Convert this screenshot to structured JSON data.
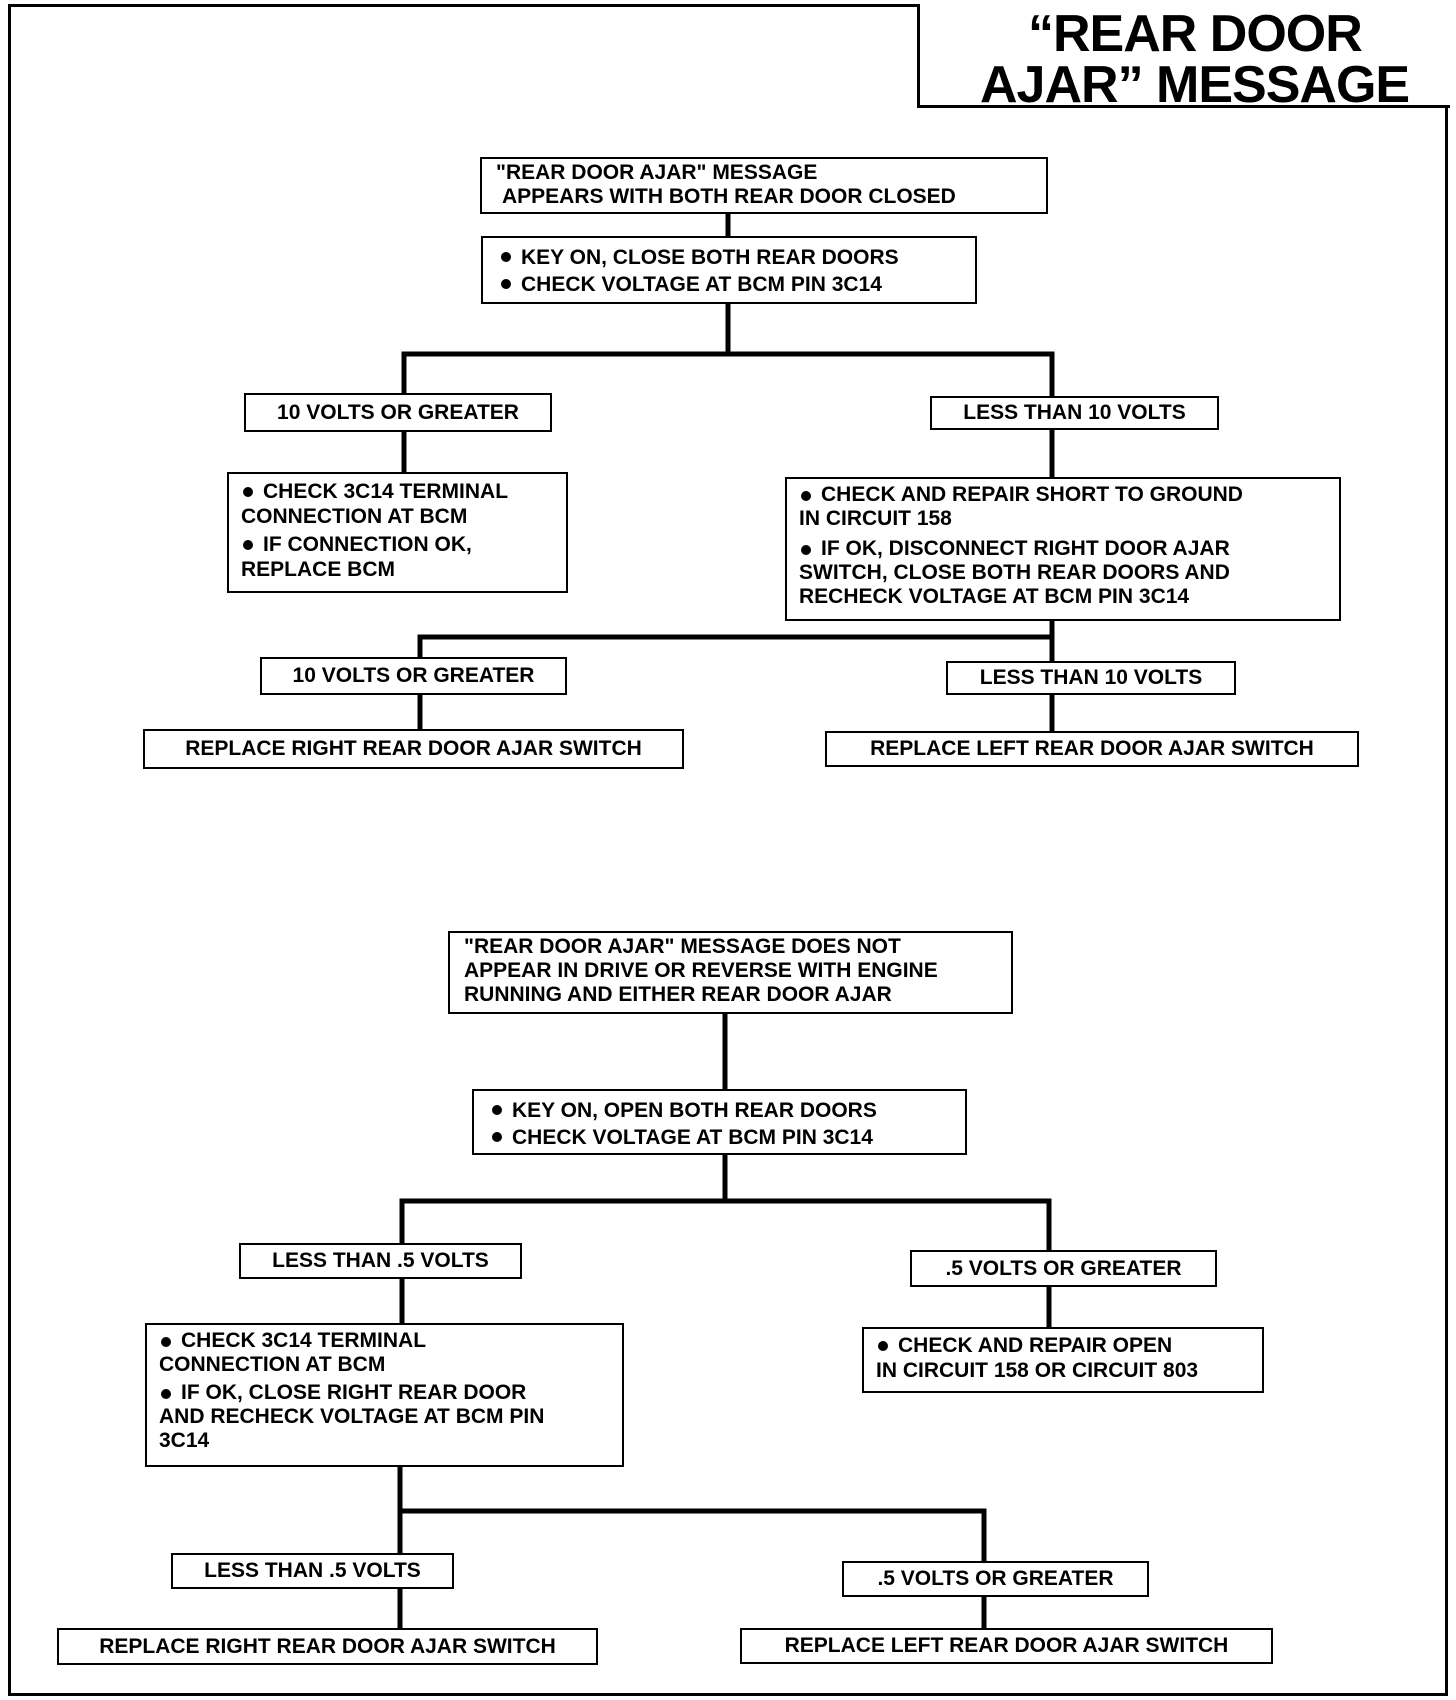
{
  "title": {
    "line1": "“REAR DOOR",
    "line2": "AJAR” MESSAGE"
  },
  "top_flow": {
    "start": {
      "line1": "\"REAR DOOR AJAR\" MESSAGE",
      "line2": "APPEARS WITH BOTH REAR DOOR CLOSED"
    },
    "step1": {
      "bullet1": "KEY ON, CLOSE BOTH REAR DOORS",
      "bullet2": "CHECK VOLTAGE AT BCM PIN 3C14"
    },
    "left_result": "10 VOLTS OR GREATER",
    "right_result": "LESS THAN 10 VOLTS",
    "left_action": {
      "b1_l1": "CHECK 3C14 TERMINAL",
      "b1_l2": "CONNECTION AT BCM",
      "b2_l1": "IF CONNECTION OK,",
      "b2_l2": "REPLACE BCM"
    },
    "right_action": {
      "b1_l1": "CHECK AND REPAIR SHORT TO GROUND",
      "b1_l2": "IN CIRCUIT 158",
      "b2_l1": "IF OK, DISCONNECT RIGHT DOOR AJAR",
      "b2_l2": "SWITCH, CLOSE BOTH REAR DOORS AND",
      "b2_l3": "RECHECK VOLTAGE AT BCM PIN 3C14"
    },
    "sub_left_result": "10 VOLTS OR GREATER",
    "sub_right_result": "LESS THAN 10 VOLTS",
    "sub_left_action": "REPLACE RIGHT REAR DOOR AJAR SWITCH",
    "sub_right_action": "REPLACE LEFT REAR DOOR AJAR SWITCH"
  },
  "bottom_flow": {
    "start": {
      "line1": "\"REAR DOOR AJAR\" MESSAGE DOES NOT",
      "line2": "APPEAR IN DRIVE OR REVERSE WITH ENGINE",
      "line3": "RUNNING AND EITHER REAR DOOR AJAR"
    },
    "step1": {
      "bullet1": "KEY ON, OPEN BOTH REAR DOORS",
      "bullet2": "CHECK VOLTAGE AT BCM PIN 3C14"
    },
    "left_result": "LESS THAN .5 VOLTS",
    "right_result": ".5 VOLTS OR GREATER",
    "left_action": {
      "b1_l1": "CHECK 3C14 TERMINAL",
      "b1_l2": "CONNECTION AT BCM",
      "b2_l1": "IF OK, CLOSE RIGHT REAR DOOR",
      "b2_l2": "AND RECHECK VOLTAGE AT BCM PIN",
      "b2_l3": "3C14"
    },
    "right_action": {
      "b1_l1": "CHECK AND REPAIR OPEN",
      "b1_l2": "IN CIRCUIT 158 OR CIRCUIT 803"
    },
    "sub_left_result": "LESS THAN .5 VOLTS",
    "sub_right_result": ".5 VOLTS OR GREATER",
    "sub_left_action": "REPLACE RIGHT REAR DOOR AJAR SWITCH",
    "sub_right_action": "REPLACE LEFT REAR DOOR AJAR SWITCH"
  }
}
